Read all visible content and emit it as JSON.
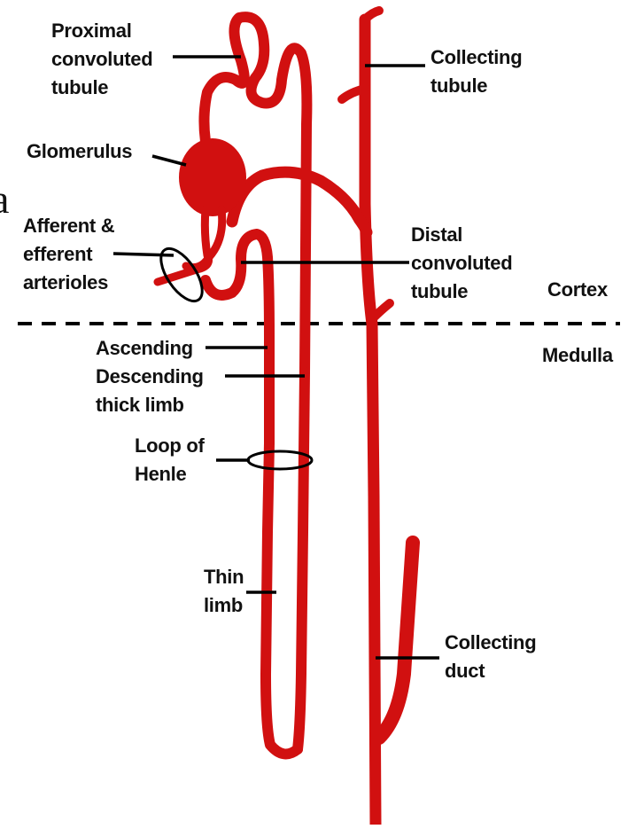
{
  "colors": {
    "tubule": "#d11010",
    "text": "#111111",
    "background": "#ffffff"
  },
  "fragment": "a",
  "labels": {
    "proximal": [
      "Proximal",
      "convoluted",
      "tubule"
    ],
    "glomerulus": [
      "Glomerulus"
    ],
    "arterioles": [
      "Afferent &",
      "efferent",
      "arterioles"
    ],
    "collecting_tubule": [
      "Collecting",
      "tubule"
    ],
    "distal": [
      "Distal",
      "convoluted",
      "tubule"
    ],
    "cortex": [
      "Cortex"
    ],
    "medulla": [
      "Medulla"
    ],
    "ascending": [
      "Ascending"
    ],
    "descending": [
      "Descending",
      "thick limb"
    ],
    "loop": [
      "Loop of",
      "Henle"
    ],
    "thin_limb": [
      "Thin",
      "limb"
    ],
    "collecting_duct": [
      "Collecting",
      "duct"
    ]
  }
}
